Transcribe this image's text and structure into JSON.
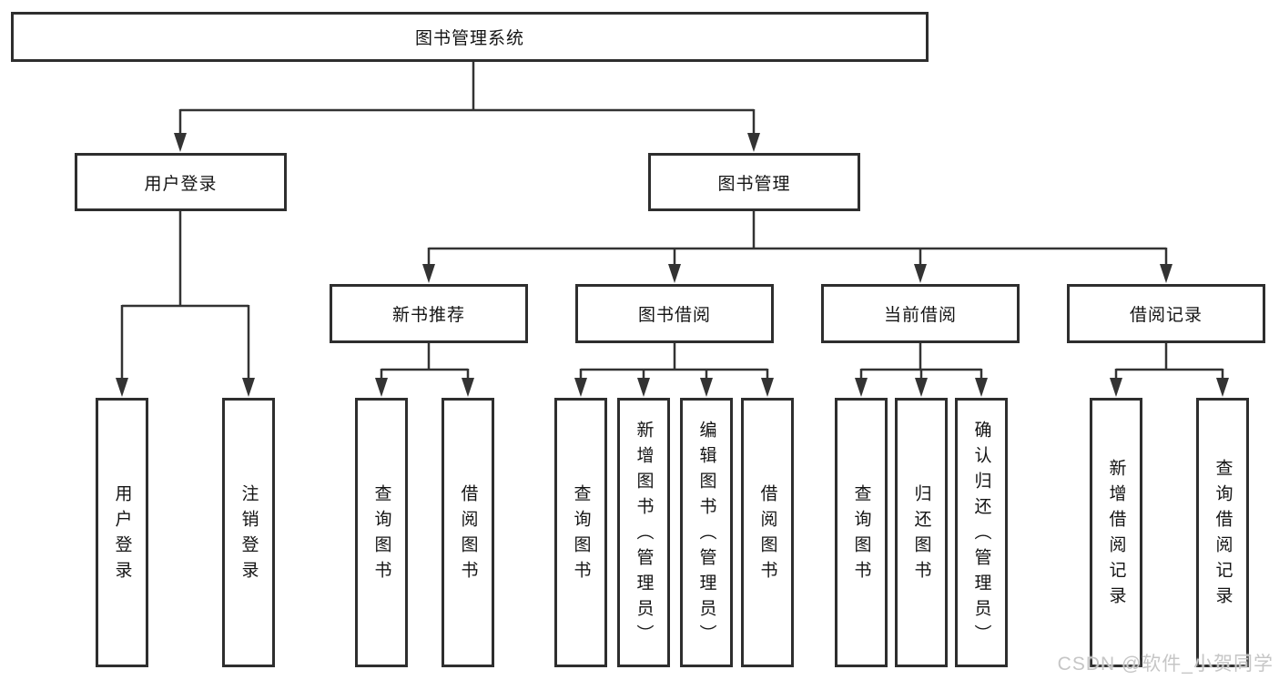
{
  "root": {
    "label": "图书管理系统"
  },
  "level2": [
    {
      "label": "用户登录"
    },
    {
      "label": "图书管理"
    }
  ],
  "level3": [
    {
      "label": "新书推荐"
    },
    {
      "label": "图书借阅"
    },
    {
      "label": "当前借阅"
    },
    {
      "label": "借阅记录"
    }
  ],
  "leaves": {
    "user_login": [
      "用户登录",
      "注销登录"
    ],
    "new_book": [
      "查询图书",
      "借阅图书"
    ],
    "book_borrow": [
      "查询图书",
      "新增图书（管理员）",
      "编辑图书（管理员）",
      "借阅图书"
    ],
    "current_borrow": [
      "查询图书",
      "归还图书",
      "确认归还（管理员）"
    ],
    "records": [
      "新增借阅记录",
      "查询借阅记录"
    ]
  },
  "watermark": {
    "text": "CSDN @软件_小贺同学"
  },
  "colors": {
    "line": "#333333",
    "box_border": "#2e2e2e",
    "box_bg": "#ffffff",
    "text": "#141414",
    "watermark": "#c6c6c6"
  }
}
